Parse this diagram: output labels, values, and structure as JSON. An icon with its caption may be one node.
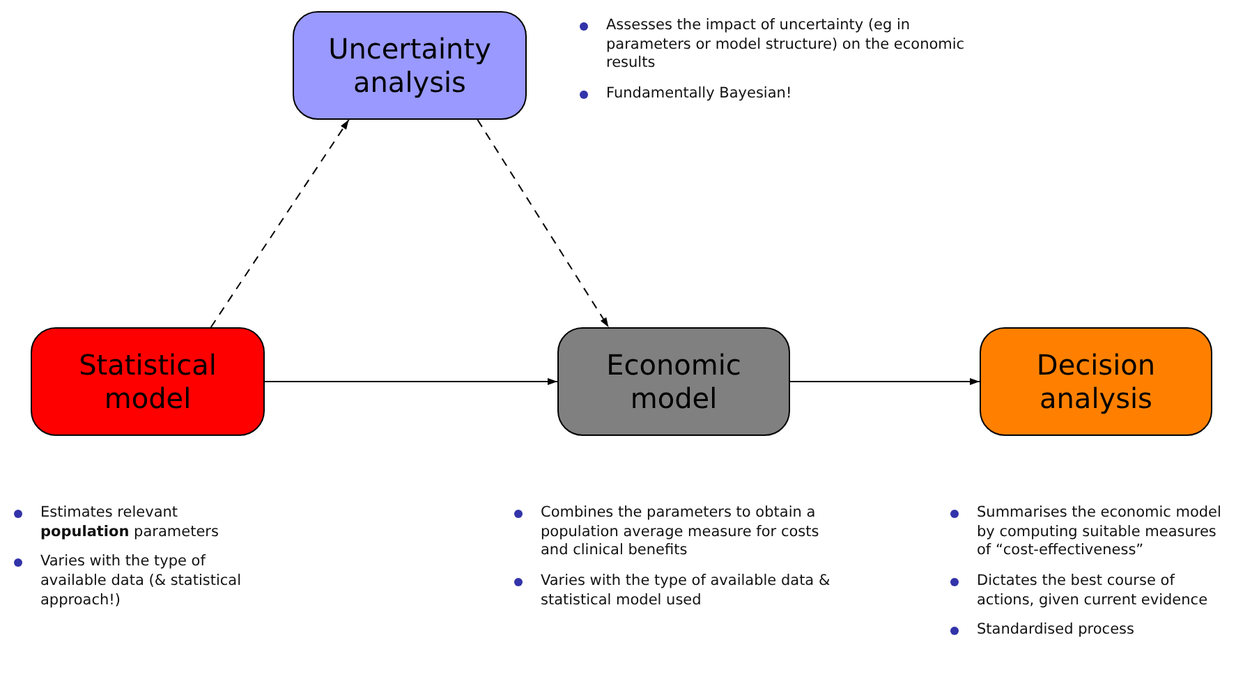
{
  "diagram": {
    "nodes": [
      {
        "text": [
          "Uncertainty analysis"
        ],
        "beside": [
          "Assesses the impact of uncertainty (eg in parameters or model structure) on the economic results",
          "Fundamentally Bayesian!"
        ]
      },
      {
        "text": [
          "Statistical model"
        ],
        "beside": [
          "Estimates relevant **population** parameters",
          "Varies with the type of available data (& statistical approach!)"
        ]
      },
      {
        "text": [
          "Economic model"
        ],
        "beside": [
          "Combines the parameters to obtain a population average measure for costs and clinical benefits",
          "Varies with the type of available data & statistical model used"
        ]
      },
      {
        "text": [
          "Decision analysis"
        ],
        "beside": [
          "Summarises the economic model by computing suitable measures of “cost-effectiveness”",
          "Dictates the best course of actions, given current evidence",
          "Standardised process"
        ]
      }
    ],
    "edges": [
      {
        "from": 1,
        "to": 0,
        "arrow": "to",
        "style": "dashed"
      },
      {
        "from": 0,
        "to": 2,
        "arrow": "to",
        "style": "dashed"
      },
      {
        "from": 1,
        "to": 2,
        "arrow": "to"
      },
      {
        "from": 2,
        "to": 3,
        "arrow": "to"
      }
    ]
  }
}
